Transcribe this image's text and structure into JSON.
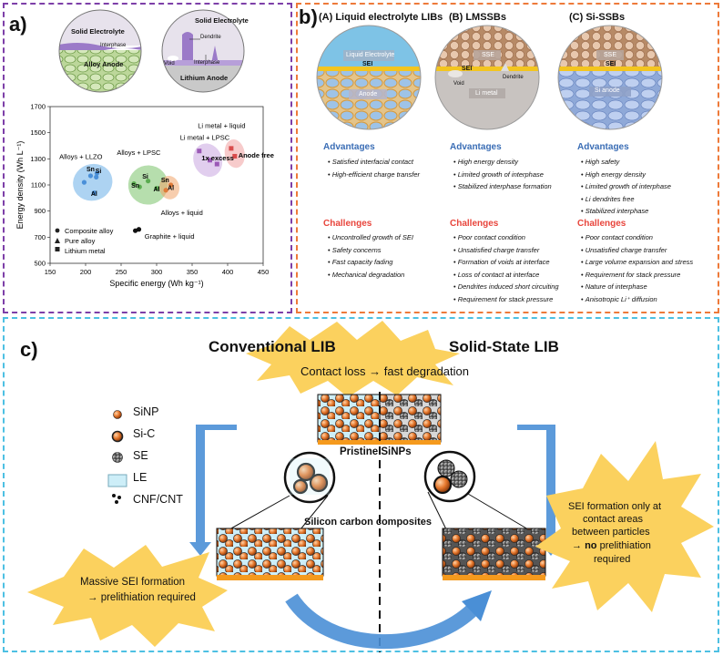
{
  "panel_a": {
    "label": "a)",
    "circle_left": {
      "top": "Solid Electrolyte",
      "mid": "Interphase",
      "bottom": "Alloy Anode"
    },
    "circle_right": {
      "top": "Solid Electrolyte",
      "dendrite": "Dendrite",
      "void": "Void",
      "interphase": "Interphase",
      "bottom": "Lithium Anode"
    },
    "chart": {
      "labels": [
        "Alloys + LLZO",
        "Alloys + LPSC",
        "Li metal + LPSC",
        "Li metal + liquid",
        "1x excess",
        "Anode free",
        "Alloys + liquid",
        "Graphite + liquid"
      ],
      "points": [
        "Sn",
        "Si",
        "Al",
        "Sn",
        "Si",
        "Al",
        "Sn",
        "Al"
      ],
      "legend": [
        "Composite alloy",
        "Pure alloy",
        "Lithium metal"
      ]
    }
  },
  "chart_data": {
    "type": "scatter",
    "xlabel": "Specific energy (Wh kg⁻¹)",
    "ylabel": "Energy density (Wh L⁻¹)",
    "xlim": [
      150,
      450
    ],
    "ylim": [
      500,
      1700
    ],
    "xticks": [
      150,
      200,
      250,
      300,
      350,
      400,
      450
    ],
    "yticks": [
      500,
      700,
      900,
      1100,
      1300,
      1500,
      1700
    ],
    "series": [
      {
        "name": "Alloys + LLZO",
        "color": "#4a90d9",
        "x": [
          207,
          216,
          212,
          198,
          215
        ],
        "y": [
          1170,
          1190,
          1040,
          1120,
          1160
        ]
      },
      {
        "name": "Alloys + LPSC",
        "color": "#5aab4f",
        "x": [
          276,
          288,
          300,
          268
        ],
        "y": [
          1085,
          1130,
          1075,
          1110
        ]
      },
      {
        "name": "Alloys + liquid",
        "color": "#e07b39",
        "x": [
          313,
          320
        ],
        "y": [
          1060,
          1100
        ]
      },
      {
        "name": "Li metal + LPSC",
        "color": "#9b59b6",
        "x": [
          360,
          375,
          385
        ],
        "y": [
          1360,
          1290,
          1260
        ]
      },
      {
        "name": "Li metal + liquid",
        "color": "#d94b4b",
        "x": [
          405,
          410
        ],
        "y": [
          1380,
          1320
        ]
      },
      {
        "name": "Graphite + liquid",
        "color": "#111111",
        "x": [
          275,
          270
        ],
        "y": [
          760,
          750
        ]
      }
    ]
  },
  "panel_b": {
    "label": "b)",
    "columns": [
      {
        "title": "(A)  Liquid electrolyte LIBs",
        "circle_top": "Liquid Electrolyte",
        "sei": "SEI",
        "circle_bottom": "Anode",
        "advantages_title": "Advantages",
        "advantages": [
          "Satisfied interfacial contact",
          "High-efficient charge transfer"
        ],
        "challenges_title": "Challenges",
        "challenges": [
          "Uncontrolled growth of SEI",
          "Safety concerns",
          "Fast capacity fading",
          "Mechanical degradation"
        ]
      },
      {
        "title": "(B)     LMSSBs",
        "circle_top": "SSE",
        "sei": "SEI",
        "circle_bottom": "Li metal",
        "void": "Void",
        "dendrite": "Dendrite",
        "advantages_title": "Advantages",
        "advantages": [
          "High energy density",
          "Limited growth of interphase",
          "Stabilized interphase formation"
        ],
        "challenges_title": "Challenges",
        "challenges": [
          "Poor contact condition",
          "Unsatisfied charge transfer",
          "Formation of voids at interface",
          "Loss of contact at interface",
          "Dendrites induced short circuiting",
          "Requirement for stack pressure"
        ]
      },
      {
        "title": "(C)     Si-SSBs",
        "circle_top": "SSE",
        "sei": "SEI",
        "circle_bottom": "Si anode",
        "advantages_title": "Advantages",
        "advantages": [
          "High safety",
          "High energy density",
          "Limited growth of interphase",
          "Li dendrites free",
          "Stabilized interphase"
        ],
        "challenges_title": "Challenges",
        "challenges": [
          "Poor contact condition",
          "Unsatisfied charge transfer",
          "Large volume expansion and stress",
          "Requirement for stack pressure",
          "Nature of interphase",
          "Anisotropic Li⁺ diffusion"
        ]
      }
    ]
  },
  "panel_c": {
    "label": "c)",
    "left_title": "Conventional LIB",
    "right_title": "Solid-State LIB",
    "top_burst": "Contact loss  →  fast degradation",
    "pristine": "Pristine SiNPs",
    "composites": "Silicon carbon composites",
    "legend": [
      "SiNP",
      "Si-C",
      "SE",
      "LE",
      "CNF/CNT"
    ],
    "left_burst_line1": "Massive SEI formation",
    "left_burst_line2": "→  prelithiation required",
    "right_burst_line1": "SEI formation only at",
    "right_burst_line2": "contact areas",
    "right_burst_line3": "between particles",
    "right_burst_arrow": "→ ",
    "right_burst_no": "no",
    "right_burst_line4": " prelithiation",
    "right_burst_line5": "required"
  }
}
